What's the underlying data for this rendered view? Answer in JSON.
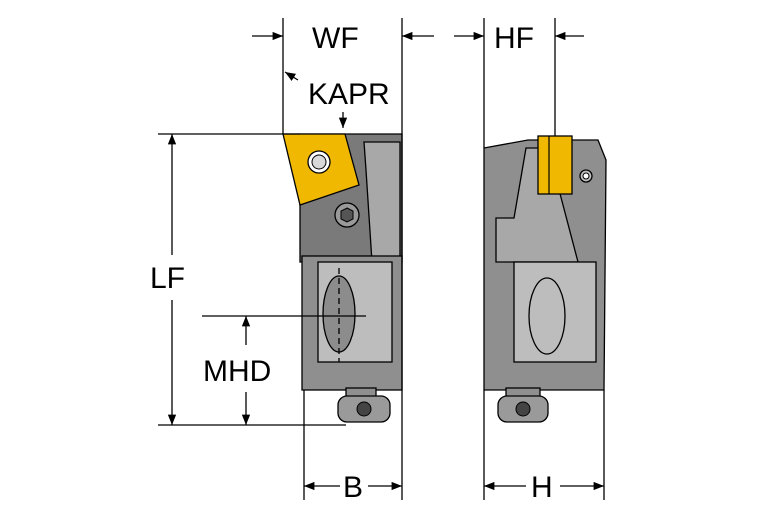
{
  "labels": {
    "wf": "WF",
    "hf": "HF",
    "kapr": "KAPR",
    "lf": "LF",
    "mhd": "MHD",
    "b": "B",
    "h": "H"
  },
  "colors": {
    "body_gray": "#8f8f8f",
    "body_light": "#b4b4b4",
    "body_dark": "#5e5e5e",
    "insert_yellow": "#f0b800",
    "line_black": "#000000"
  }
}
